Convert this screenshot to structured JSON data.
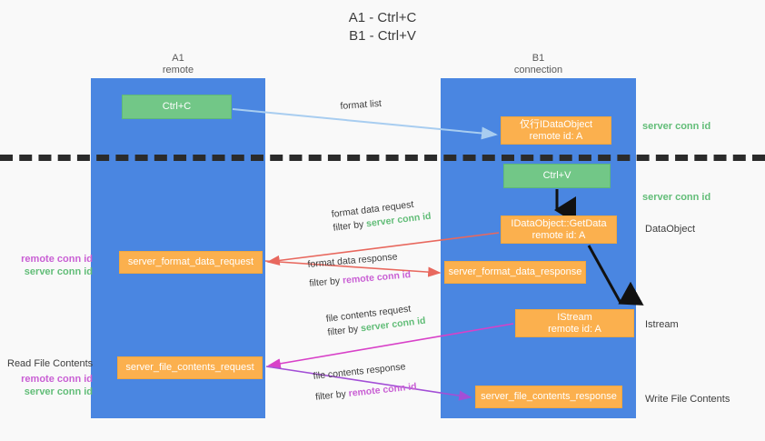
{
  "title": {
    "line1": "A1 - Ctrl+C",
    "line2": "B1 - Ctrl+V"
  },
  "columns": {
    "a1": {
      "name": "A1",
      "role": "remote"
    },
    "b1": {
      "name": "B1",
      "role": "connection"
    }
  },
  "boxes": {
    "ctrl_c": {
      "label": "Ctrl+C",
      "color": "#72c787"
    },
    "ctrl_v": {
      "label": "Ctrl+V",
      "color": "#72c787"
    },
    "idataobject": {
      "line1": "仅行IDataObject",
      "line2": "remote id: A",
      "color": "#fbb04e"
    },
    "getdata": {
      "line1": "IDataObject::GetData",
      "line2": "remote id: A",
      "color": "#fbb04e"
    },
    "istream": {
      "line1": "IStream",
      "line2": "remote id: A",
      "color": "#fbb04e"
    },
    "server_format_data_request": {
      "label": "server_format_data_request",
      "color": "#fbb04e"
    },
    "server_format_data_response": {
      "label": "server_format_data_response",
      "color": "#fbb04e"
    },
    "server_file_contents_request": {
      "label": "server_file_contents_request",
      "color": "#fbb04e"
    },
    "server_file_contents_response": {
      "label": "server_file_contents_response",
      "color": "#fbb04e"
    }
  },
  "edge_labels": {
    "format_list": "format list",
    "format_data_request": "format data request",
    "format_data_request_filter_prefix": "filter by ",
    "format_data_request_filter_key": "server conn id",
    "format_data_response": "format data response",
    "format_data_response_filter_prefix": "filter by ",
    "format_data_response_filter_key": "remote conn id",
    "file_contents_request": "file contents request",
    "file_contents_request_filter_prefix": "filter by ",
    "file_contents_request_filter_key": "server conn id",
    "file_contents_response": "file contents response",
    "file_contents_response_filter_prefix": "filter by ",
    "file_contents_response_filter_key": "remote conn id"
  },
  "side_labels": {
    "server_conn_id_top": "server conn id",
    "server_conn_id_mid": "server conn id",
    "data_object": "DataObject",
    "istream": "Istream",
    "write_file_contents": "Write File Contents",
    "read_file_contents": "Read File Contents",
    "remote_conn_id_a": "remote conn id",
    "server_conn_id_a": "server conn id",
    "remote_conn_id_b": "remote conn id",
    "server_conn_id_b": "server conn id"
  },
  "colors": {
    "lane": "#4a86e1",
    "green_box": "#72c787",
    "orange_box": "#fbb04e",
    "server_conn_id": "#62bd78",
    "remote_conn_id": "#c95fd4",
    "arrow_blue": "#a8cdf0",
    "arrow_red": "#e8685e",
    "arrow_magenta": "#d841c8",
    "arrow_purple": "#a34fd6",
    "arrow_black": "#111111",
    "dashed_line": "#2b2b2b"
  }
}
